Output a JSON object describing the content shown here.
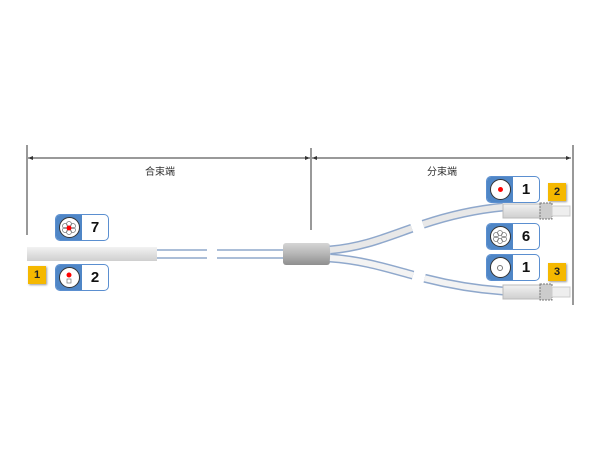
{
  "dimensions": {
    "bundled_end": "合束端",
    "split_end": "分束端"
  },
  "left": {
    "core_badges": [
      {
        "icon": "seven-strand-core-icon",
        "count": "7"
      },
      {
        "icon": "two-core-icon",
        "count": "2"
      }
    ],
    "tag": "1"
  },
  "right": {
    "core_badges": [
      {
        "icon": "single-red-core-icon",
        "count": "1"
      },
      {
        "icon": "six-strand-core-icon",
        "count": "6"
      },
      {
        "icon": "single-white-core-icon",
        "count": "1"
      }
    ],
    "tags": [
      "2",
      "3"
    ]
  },
  "colors": {
    "tag": "#f5b800",
    "badge": "#4f86c6",
    "wire": "#8fa8cc"
  }
}
